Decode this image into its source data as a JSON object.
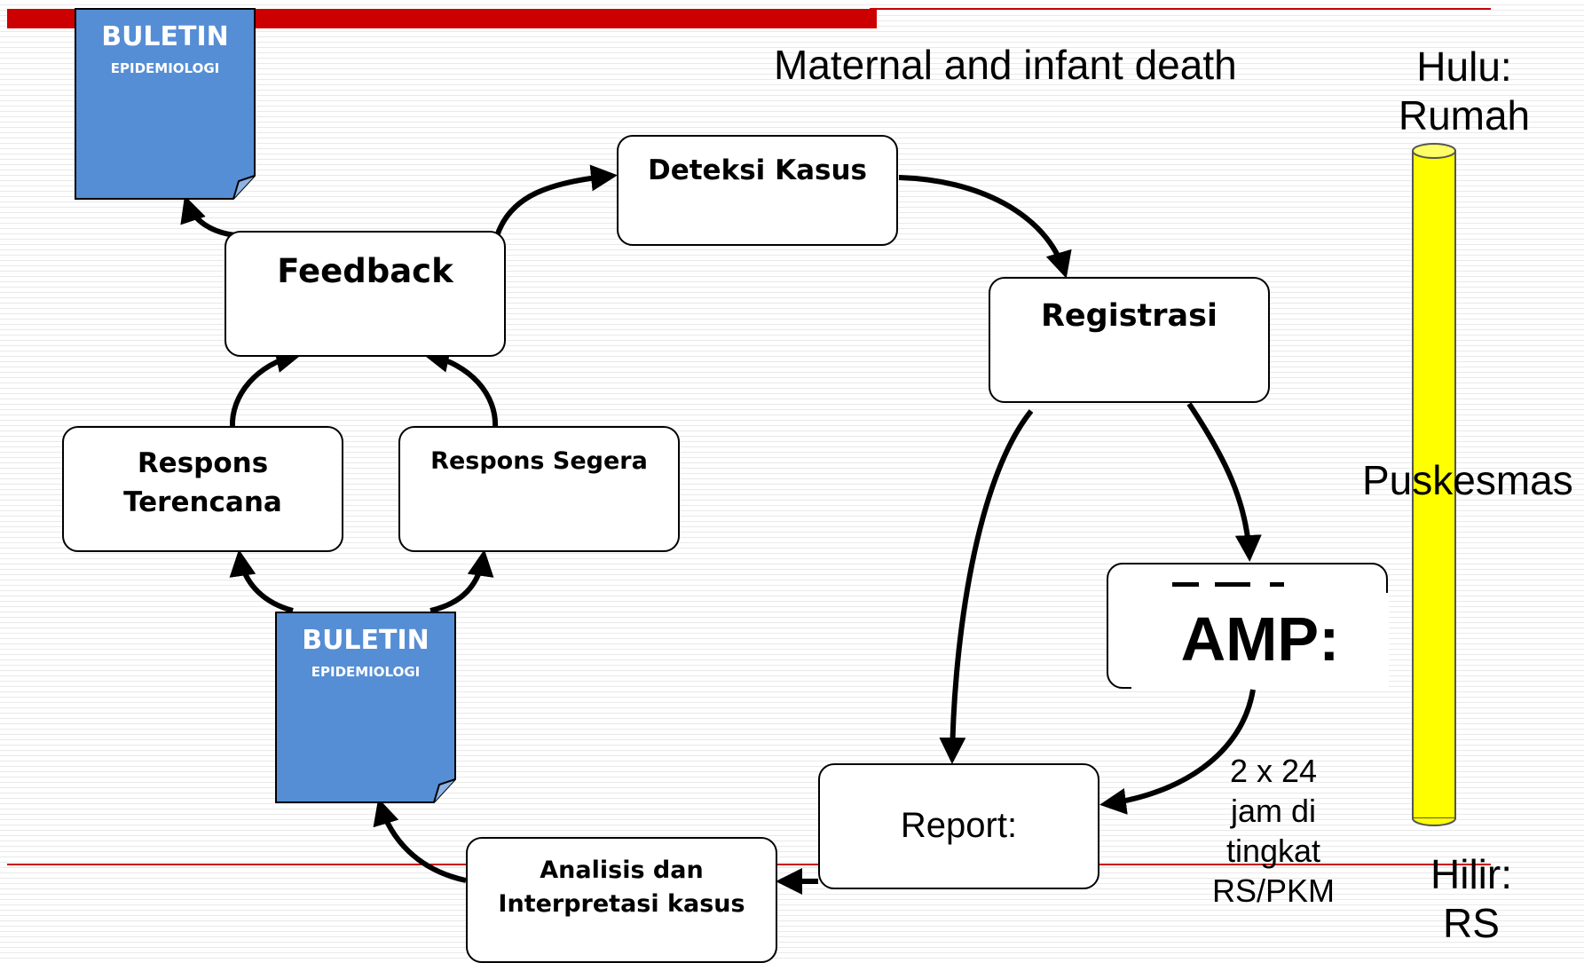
{
  "colors": {
    "accent_red": "#cc0000",
    "bulletin_blue": "#558ed5",
    "pipe_yellow": "#ffff00"
  },
  "title": "Maternal and infant death",
  "hulu": {
    "line1": "Hulu:",
    "line2": "Rumah"
  },
  "puskesmas": "Puskesmas",
  "hilir": {
    "line1": "Hilir:",
    "line2": "RS"
  },
  "bulletin_top": {
    "title": "BULETIN",
    "subtitle": "EPIDEMIOLOGI"
  },
  "bulletin_mid": {
    "title": "BULETIN",
    "subtitle": "EPIDEMIOLOGI"
  },
  "nodes": {
    "deteksi": "Deteksi Kasus",
    "registrasi": "Registrasi",
    "feedback": "Feedback",
    "respons_terencana_1": "Respons",
    "respons_terencana_2": "Terencana",
    "respons_segera": "Respons Segera",
    "analisis_1": "Analisis dan",
    "analisis_2": "Interpretasi kasus",
    "report": "Report:",
    "amp": "AMP:"
  },
  "timing": {
    "l1": "2 x 24",
    "l2": "jam di",
    "l3": "tingkat",
    "l4": "RS/PKM"
  }
}
